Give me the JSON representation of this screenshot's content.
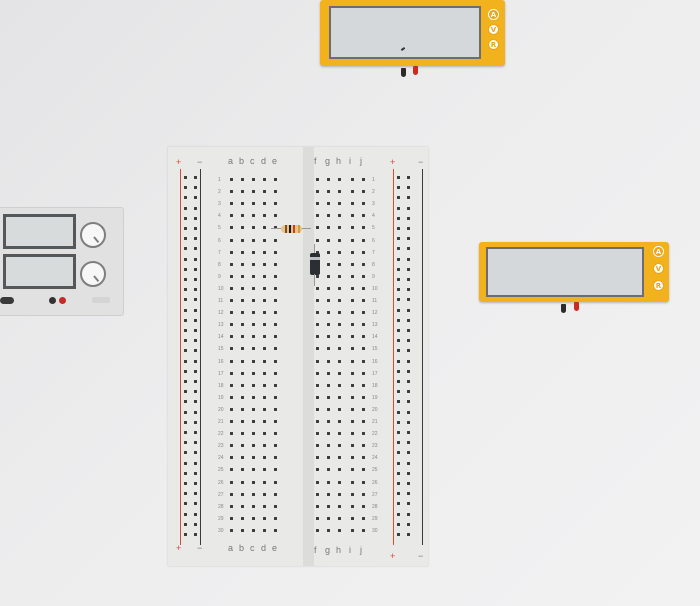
{
  "meter_top": {
    "modes": [
      "A",
      "V",
      "R"
    ],
    "active_mode": "A"
  },
  "meter_right": {
    "modes": [
      "A",
      "V",
      "R"
    ],
    "active_mode": "A"
  },
  "breadboard": {
    "columns_left": [
      "a",
      "b",
      "c",
      "d",
      "e"
    ],
    "columns_right": [
      "f",
      "g",
      "h",
      "i",
      "j"
    ],
    "rows": [
      "1",
      "2",
      "3",
      "4",
      "5",
      "6",
      "7",
      "8",
      "9",
      "10",
      "11",
      "12",
      "13",
      "14",
      "15",
      "16",
      "17",
      "18",
      "19",
      "20",
      "21",
      "22",
      "23",
      "24",
      "25",
      "26",
      "27",
      "28",
      "29",
      "30"
    ],
    "rail_plus": "+",
    "rail_minus": "−"
  },
  "colors": {
    "meter": "#f2b21e",
    "rail_red": "#d94a3a",
    "rail_dark": "#3b3b3b"
  }
}
